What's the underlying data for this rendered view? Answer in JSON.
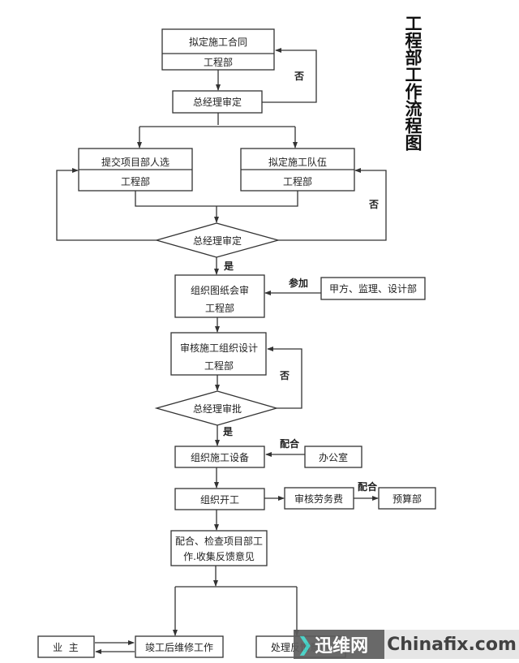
{
  "title": "工程部工作流程图",
  "nodes": {
    "contract": {
      "top": "拟定施工合同",
      "bottom": "工程部"
    },
    "gm_review_1": "总经理审定",
    "project_staff": {
      "top": "提交项目部人选",
      "bottom": "工程部"
    },
    "construction_team": {
      "top": "拟定施工队伍",
      "bottom": "工程部"
    },
    "gm_review_2": "总经理审定",
    "drawing_review": {
      "line1": "组织图纸会审",
      "line2": "工程部"
    },
    "participants": "甲方、监理、设计部",
    "design_review": {
      "line1": "审核施工组织设计",
      "line2": "工程部"
    },
    "gm_approve": "总经理审批",
    "equipment": "组织施工设备",
    "office": "办公室",
    "start_work": "组织开工",
    "labor_cost": "审核劳务费",
    "budget_dept": "预算部",
    "feedback": {
      "line1": "配合、检查项目部工",
      "line2": "作.收集反馈意见"
    },
    "owner": "业  主",
    "maintenance": "竣工后维修工作",
    "handle_feedback": "处理反馈意见"
  },
  "edge_labels": {
    "no_1": "否",
    "no_2": "否",
    "yes_1": "是",
    "participate": "参加",
    "no_3": "否",
    "yes_2": "是",
    "cooperate_1": "配合",
    "cooperate_2": "配合"
  },
  "watermark": {
    "brand_cn": "迅维网",
    "brand_en": "Chinafix.com",
    "arrow_color": "#3fd0c4"
  }
}
